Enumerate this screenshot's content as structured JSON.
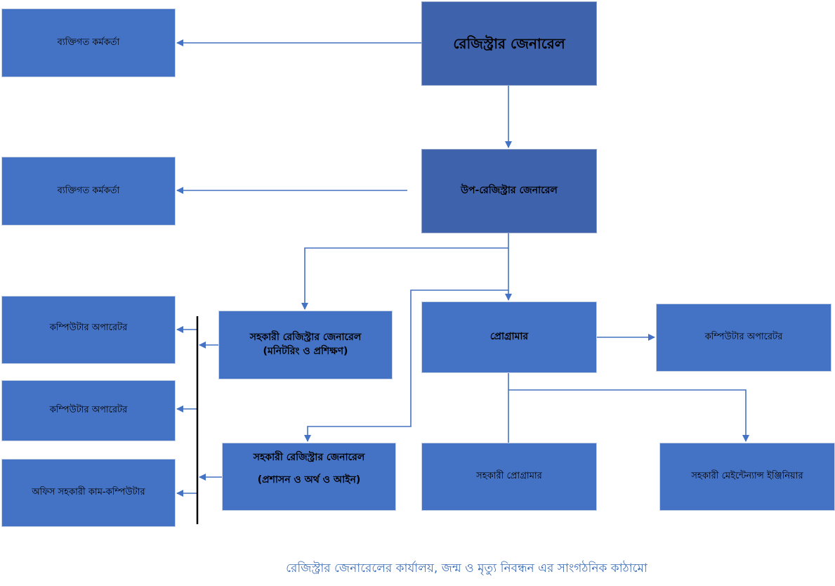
{
  "boxes": {
    "registrar_general": "রেজিস্ট্রার জেনারেল",
    "personal_officer_1": "ব্যক্তিগত কর্মকর্তা",
    "deputy_registrar_general": "উপ-রেজিস্ট্রার জেনারেল",
    "personal_officer_2": "ব্যক্তিগত কর্মকর্তা",
    "asst_rg_monitoring_line1": "সহকারী রেজিস্ট্রার জেনারেল",
    "asst_rg_monitoring_line2": "(মনিটরিং ও প্রশিক্ষণ)",
    "asst_rg_admin_line1": "সহকারী রেজিস্ট্রার জেনারেল",
    "asst_rg_admin_line2": "(প্রশাসন ও অর্থ ও আইন)",
    "computer_operator_1": "কম্পিউটার অপারেটর",
    "computer_operator_2": "কম্পিউটার অপারেটর",
    "office_assistant": "অফিস সহকারী কাম-কম্পিউটার",
    "programmer": "প্রোগ্রামার",
    "computer_operator_3": "কম্পিউটার অপারেটর",
    "assistant_programmer": "সহকারী প্রোগ্রামার",
    "assistant_maintenance_engineer": "সহকারী মেইন্টেন্যান্স ইঞ্জিনিয়ার"
  },
  "caption": "রেজিস্ট্রার জেনারেলের কার্যালয়, জন্ম ও মৃত্যু নিবন্ধন এর সাংগঠনিক কাঠামো",
  "colors": {
    "box": "#4472C4",
    "box_dark": "#3F62AC",
    "connector": "#4472C4",
    "bus": "#000000",
    "caption": "#3F6FB8"
  }
}
